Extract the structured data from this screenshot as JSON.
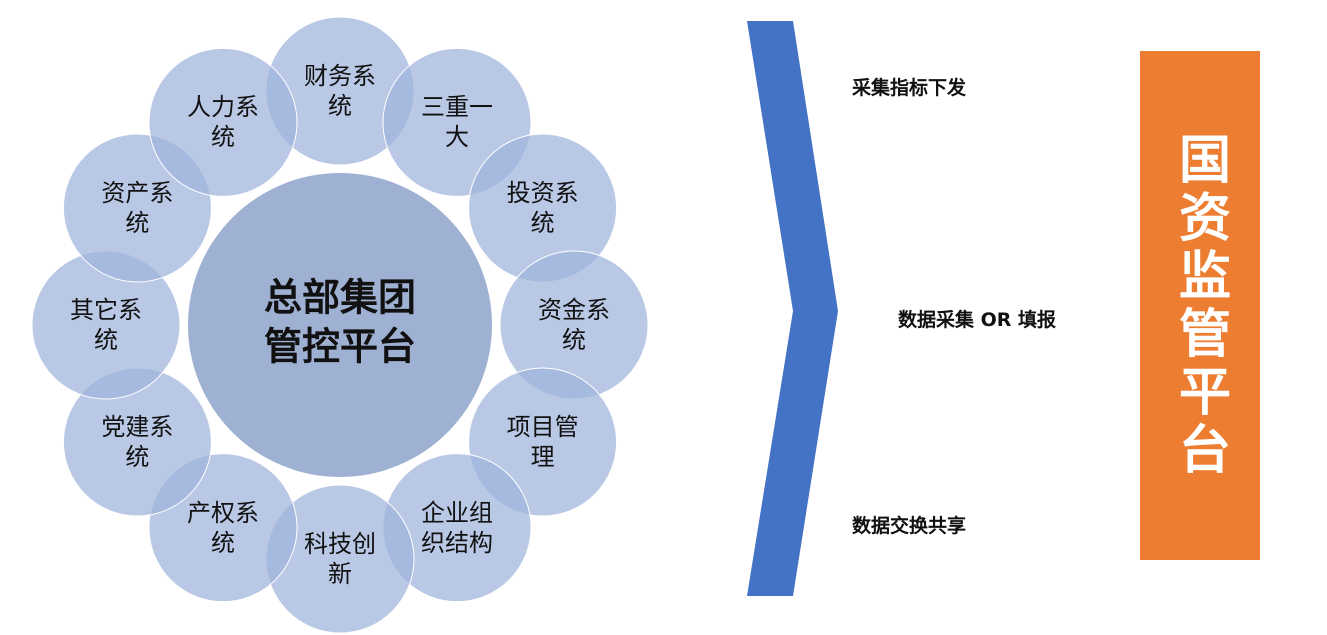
{
  "center": {
    "label": "总部集团\n管控平台"
  },
  "systems": [
    {
      "label": "财务系\n统"
    },
    {
      "label": "三重一\n大"
    },
    {
      "label": "投资系\n统"
    },
    {
      "label": "资金系\n统"
    },
    {
      "label": "项目管\n理"
    },
    {
      "label": "企业组\n织结构"
    },
    {
      "label": "科技创\n新"
    },
    {
      "label": "产权系\n统"
    },
    {
      "label": "党建系\n统"
    },
    {
      "label": "其它系\n统"
    },
    {
      "label": "资产系\n统"
    },
    {
      "label": "人力系\n统"
    }
  ],
  "flow": {
    "top": "采集指标下发",
    "middle": "数据采集 OR 填报",
    "bottom": "数据交换共享"
  },
  "target": {
    "label": "国资监管平台"
  },
  "colors": {
    "center_fill": "#9fb1d3",
    "satellite_fill": "#9eb3db",
    "chevron": "#4472c4",
    "target_box": "#ed7d31"
  }
}
